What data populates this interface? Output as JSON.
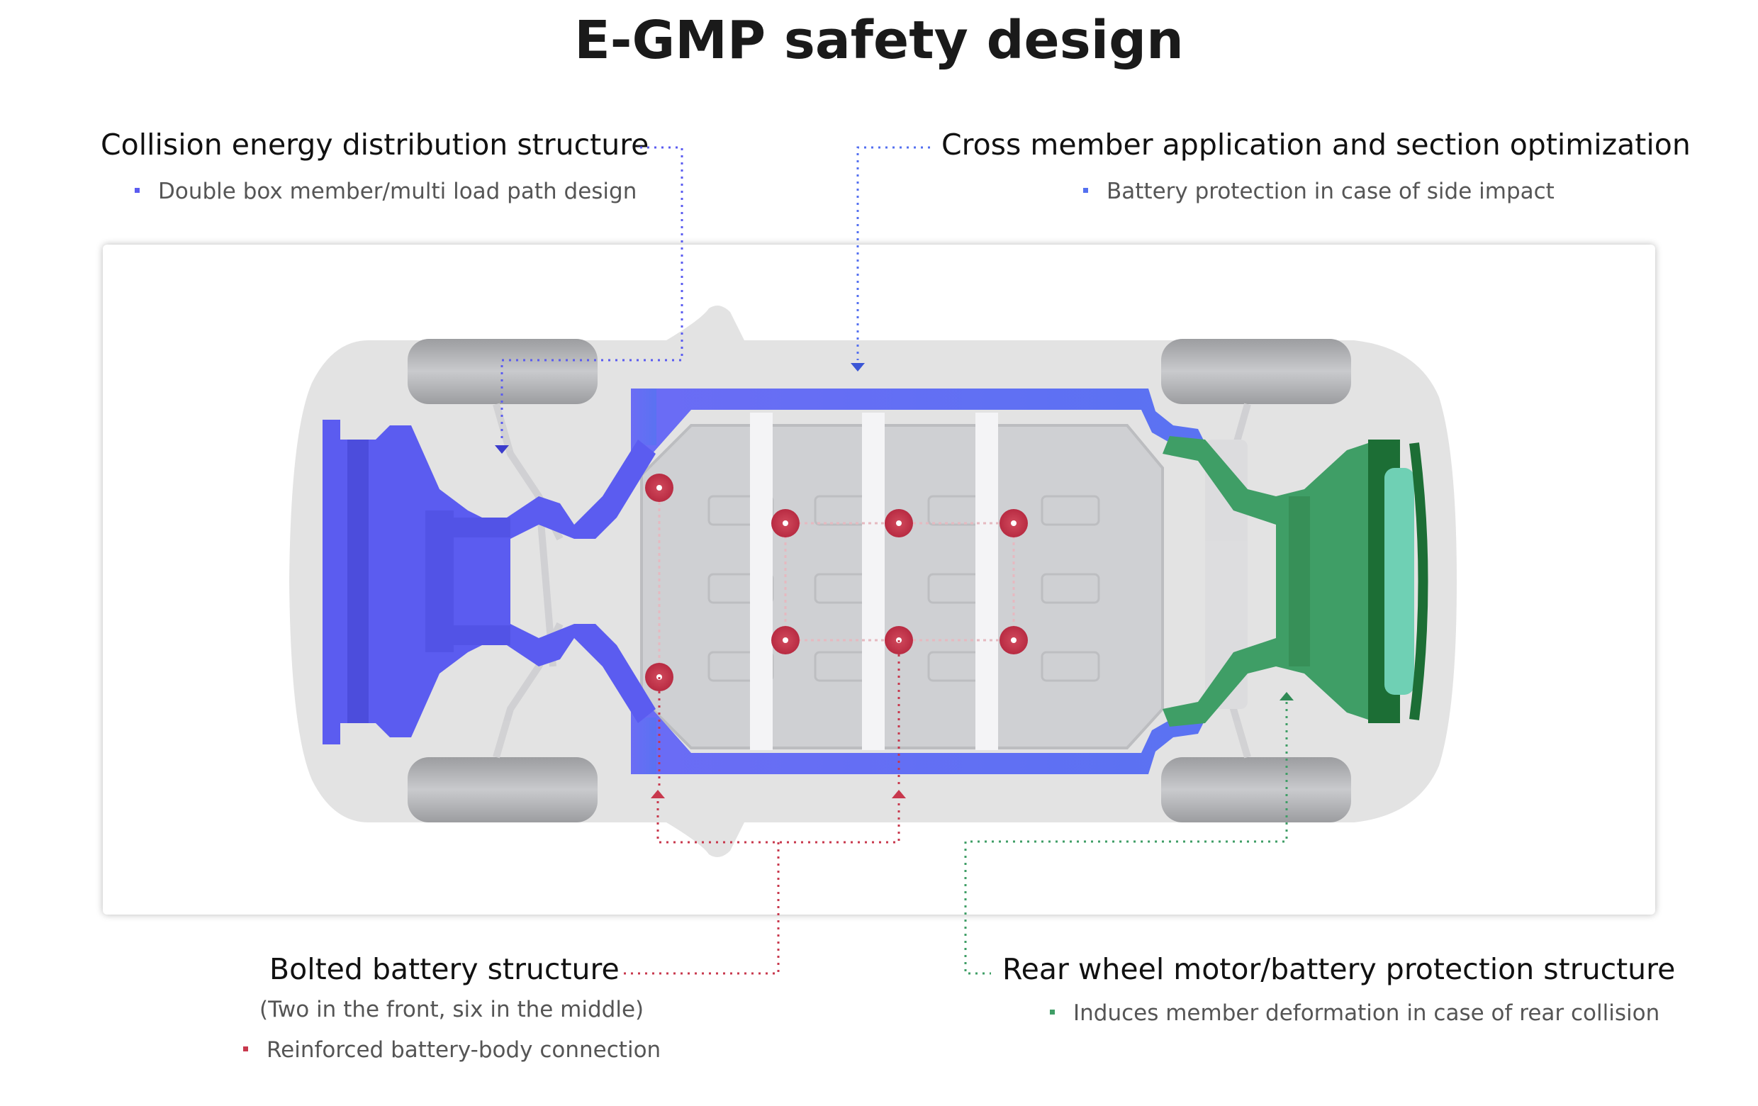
{
  "title": "E-GMP safety design",
  "colors": {
    "front_structure": "#5b5cf0",
    "cross_member": "#5470f0",
    "bolt": "#c8384d",
    "rear_structure": "#3f9e66",
    "rear_bumper": "#1c6e35",
    "body": "#e3e3e3",
    "battery": "#cfd0d3",
    "tire": "#b8b9bc"
  },
  "callouts": {
    "collision": {
      "heading": "Collision energy distribution structure",
      "detail": "Double box member/multi load path design"
    },
    "cross_member": {
      "heading": "Cross member application and section optimization",
      "detail": "Battery protection in case of side impact"
    },
    "bolted": {
      "heading": "Bolted battery structure",
      "note": "(Two in the front, six in the middle)",
      "detail": "Reinforced battery-body connection"
    },
    "rear": {
      "heading": "Rear wheel motor/battery protection structure",
      "detail": "Induces member deformation in case of rear collision"
    }
  }
}
